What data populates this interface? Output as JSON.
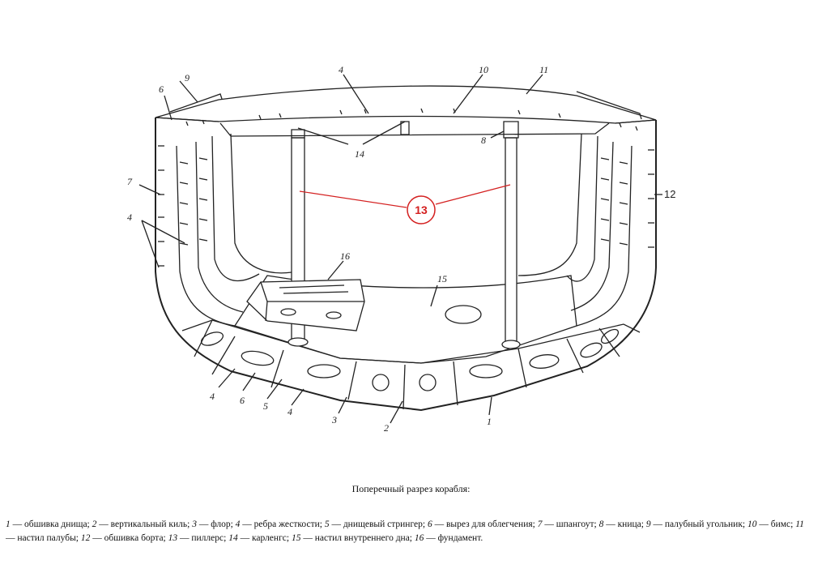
{
  "diagram": {
    "labels": {
      "l1": "1",
      "l2": "2",
      "l3": "3",
      "l4a": "4",
      "l4b": "4",
      "l4c": "4",
      "l4d": "4",
      "l5": "5",
      "l6a": "6",
      "l6b": "6",
      "l7": "7",
      "l8": "8",
      "l9": "9",
      "l10": "10",
      "l11": "11",
      "l12": "12",
      "l14": "14",
      "l15": "15",
      "l16": "16"
    },
    "callout": "13"
  },
  "caption": "Поперечный разрез корабля:",
  "legend": [
    {
      "num": "1",
      "text": " — обшивка днища; "
    },
    {
      "num": "2",
      "text": " — вертикальный киль; "
    },
    {
      "num": "3",
      "text": " — флор; "
    },
    {
      "num": "4",
      "text": " — ребра жесткости; "
    },
    {
      "num": "5",
      "text": " — днищевый стрингер; "
    },
    {
      "num": "6",
      "text": " — вырез для облегчения; "
    },
    {
      "num": "7",
      "text": " — шпангоут; "
    },
    {
      "num": "8",
      "text": " — кница; "
    },
    {
      "num": "9",
      "text": " — палубный угольник; "
    },
    {
      "num": "10",
      "text": " — бимс; "
    },
    {
      "num": "11",
      "text": " — настил палубы; "
    },
    {
      "num": "12",
      "text": " — обшивка борта; "
    },
    {
      "num": "13",
      "text": " — пиллерс; "
    },
    {
      "num": "14",
      "text": " — карленгс; "
    },
    {
      "num": "15",
      "text": " — настил внутреннего дна; "
    },
    {
      "num": "16",
      "text": " — фундамент."
    }
  ]
}
